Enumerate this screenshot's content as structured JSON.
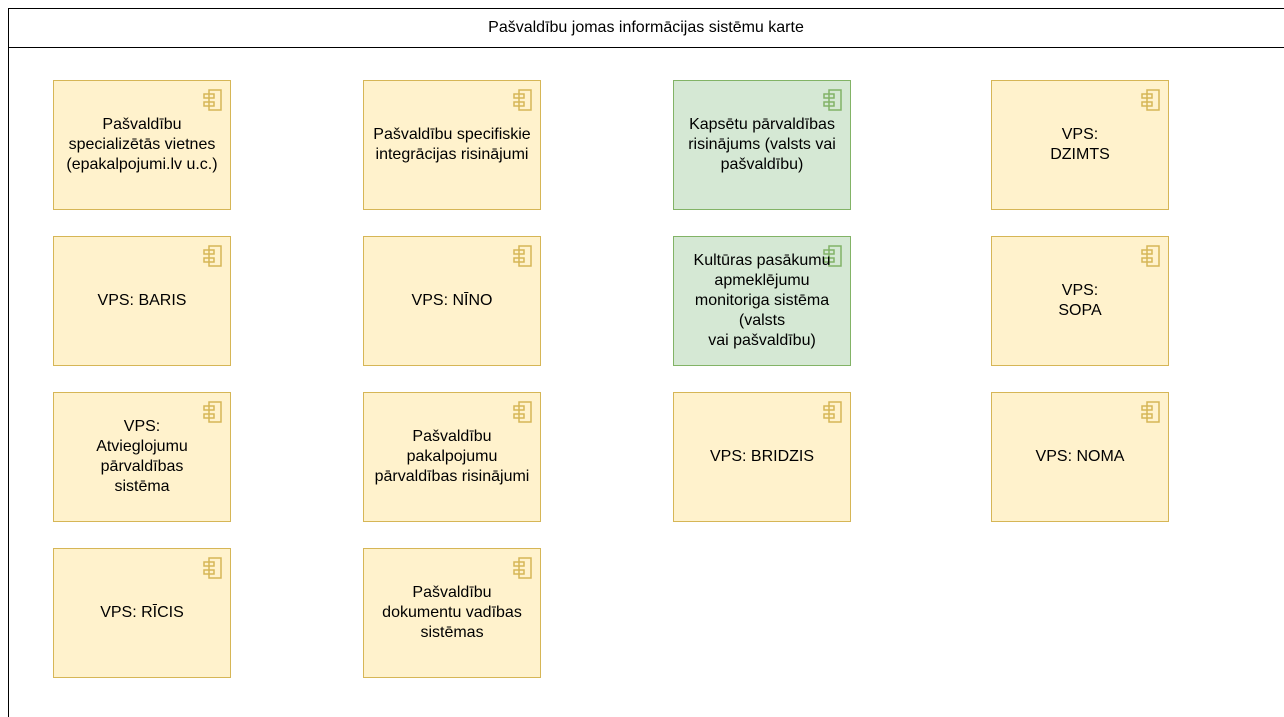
{
  "title": "Pašvaldību jomas informācijas sistēmu karte",
  "colors": {
    "default_fill": "#fff2cc",
    "default_stroke": "#d6b656",
    "green_fill": "#d5e8d4",
    "green_stroke": "#82b366"
  },
  "components": [
    {
      "label": "Pašvaldību\nspecializētās vietnes\n(epakalpojumi.lv u.c.)",
      "color": "default",
      "icon": "component-icon"
    },
    {
      "label": "Pašvaldību specifiskie\nintegrācijas risinājumi",
      "color": "default",
      "icon": "component-icon"
    },
    {
      "label": "Kapsētu pārvaldības\nrisinājums (valsts vai\npašvaldību)",
      "color": "green",
      "icon": "component-icon"
    },
    {
      "label": "VPS:\nDZIMTS",
      "color": "default",
      "icon": "component-icon"
    },
    {
      "label": "VPS: BARIS",
      "color": "default",
      "icon": "component-icon"
    },
    {
      "label": "VPS: NĪNO",
      "color": "default",
      "icon": "component-icon"
    },
    {
      "label": "Kultūras pasākumu\napmeklējumu\nmonitoriga sistēma (valsts\nvai pašvaldību)",
      "color": "green",
      "icon": "component-icon"
    },
    {
      "label": "VPS:\nSOPA",
      "color": "default",
      "icon": "component-icon"
    },
    {
      "label": "VPS:\nAtvieglojumu pārvaldības\nsistēma",
      "color": "default",
      "icon": "component-icon"
    },
    {
      "label": "Pašvaldību pakalpojumu\npārvaldības risinājumi",
      "color": "default",
      "icon": "component-icon"
    },
    {
      "label": "VPS: BRIDZIS",
      "color": "default",
      "icon": "component-icon"
    },
    {
      "label": "VPS: NOMA",
      "color": "default",
      "icon": "component-icon"
    },
    {
      "label": "VPS: RĪCIS",
      "color": "default",
      "icon": "component-icon"
    },
    {
      "label": "Pašvaldību\ndokumentu vadības\nsistēmas",
      "color": "default",
      "icon": "component-icon"
    }
  ]
}
